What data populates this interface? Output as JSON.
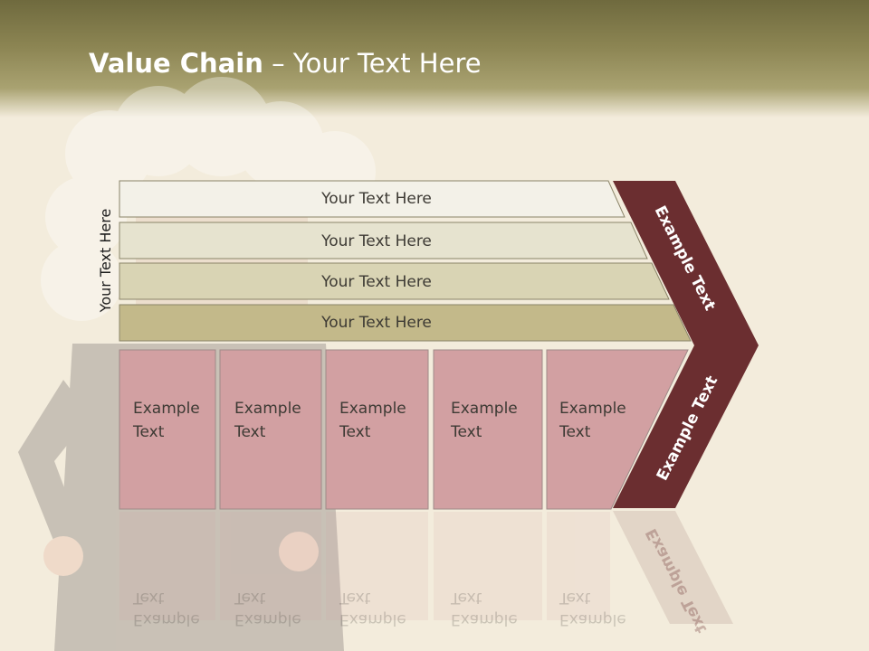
{
  "title": {
    "bold": "Value Chain",
    "rest": " – Your Text Here"
  },
  "side_label": "Your Text Here",
  "support_rows": [
    "Your Text Here",
    "Your Text Here",
    "Your Text Here",
    "Your Text Here"
  ],
  "primary_boxes": [
    {
      "line1": "Example",
      "line2": "Text"
    },
    {
      "line1": "Example",
      "line2": "Text"
    },
    {
      "line1": "Example",
      "line2": "Text"
    },
    {
      "line1": "Example",
      "line2": "Text"
    },
    {
      "line1": "Example",
      "line2": "Text"
    }
  ],
  "margin_labels": [
    "Example Text",
    "Example Text"
  ],
  "colors": {
    "header": "#8c8553",
    "margin": "#6b2e30",
    "box": "#d2a0a2",
    "row1": "#f3f1e8",
    "row2": "#e6e3cf",
    "row3": "#d9d4b4",
    "row4": "#c3b98a"
  }
}
